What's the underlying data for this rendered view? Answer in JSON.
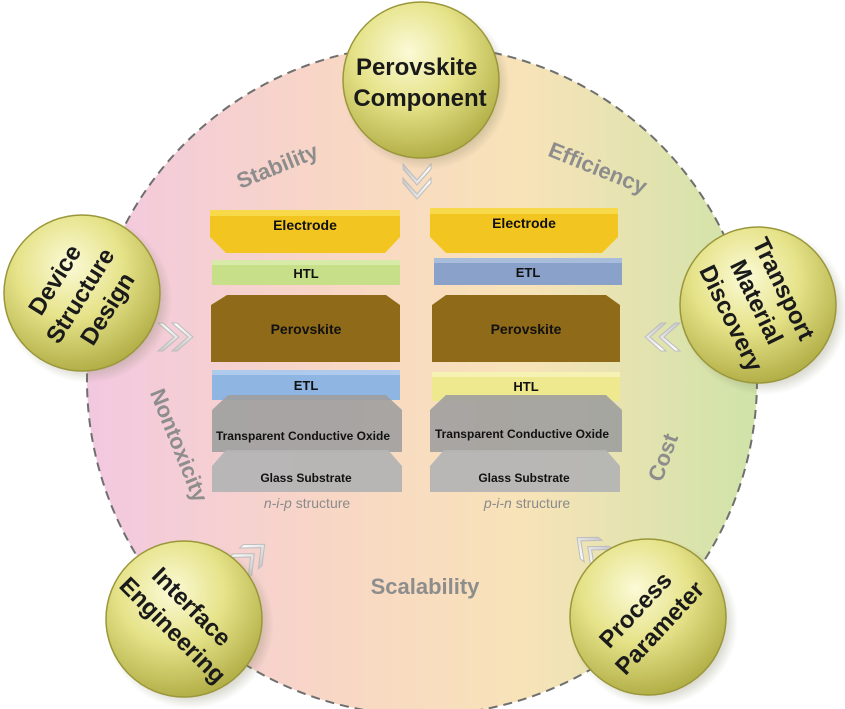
{
  "nodes": {
    "top": [
      "Perovskite",
      "Component"
    ],
    "left": [
      "Device",
      "Structure",
      "Design"
    ],
    "right": [
      "Transport",
      "Material",
      "Discovery"
    ],
    "bottom_left": [
      "Interface",
      "Engineering"
    ],
    "bottom_right": [
      "Process",
      "Parameter"
    ]
  },
  "themes": {
    "stability": "Stability",
    "efficiency": "Efficiency",
    "nontoxicity": "Nontoxicity",
    "cost": "Cost",
    "scalability": "Scalability"
  },
  "stacks": {
    "nip": {
      "layers": [
        "Electrode",
        "HTL",
        "Perovskite",
        "ETL",
        "Transparent Conductive Oxide",
        "Glass Substrate"
      ],
      "caption_italic": "n-i-p",
      "caption_text": "structure"
    },
    "pin": {
      "layers": [
        "Electrode",
        "ETL",
        "Perovskite",
        "HTL",
        "Transparent Conductive Oxide",
        "Glass Substrate"
      ],
      "caption_italic": "p-i-n",
      "caption_text": "structure"
    }
  },
  "colors": {
    "electrode": "#f2c520",
    "htl": "#c6df88",
    "perovskite": "#8f6a18",
    "etl_blue": "#8fb5e2",
    "htl_yellow": "#eee98f",
    "tco": "#9f9f9f",
    "glass": "#b4b4b4",
    "node_fill": "#d9d66a",
    "theme_text": "#8d8d8d"
  }
}
